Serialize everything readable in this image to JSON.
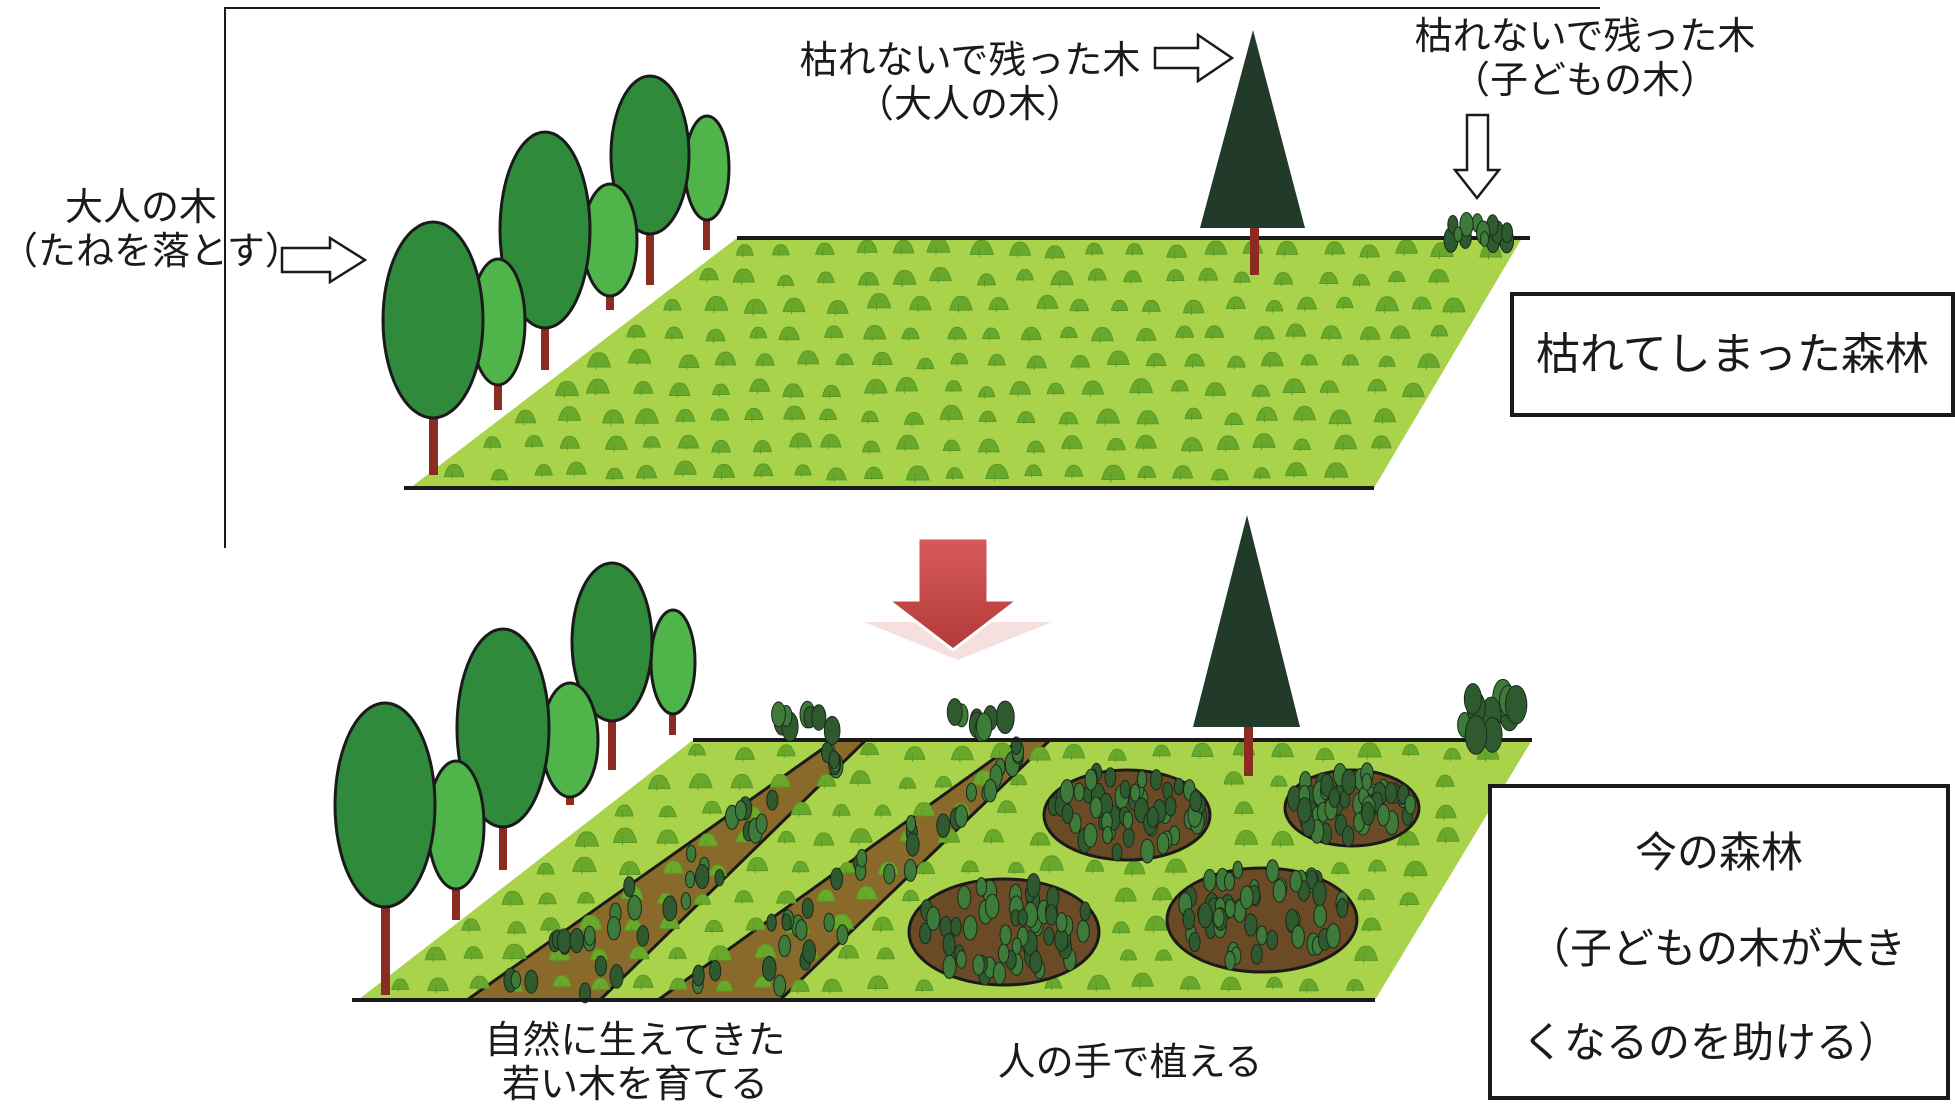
{
  "labels": {
    "adult_tree": "大人の木",
    "adult_tree_sub": "（たねを落とす）",
    "survivor_adult": "枯れないで残った木",
    "survivor_adult_sub": "（大人の木）",
    "survivor_child": "枯れないで残った木",
    "survivor_child_sub": "（子どもの木）",
    "natural_regen_1": "自然に生えてきた",
    "natural_regen_2": "若い木を育てる",
    "planted": "人の手で植える"
  },
  "boxes": {
    "dead_forest": "枯れてしまった森林",
    "current_forest_title": "今の森林",
    "current_forest_line1": "（子どもの木が大き",
    "current_forest_line2": "くなるのを助ける）"
  },
  "colors": {
    "ground": "#a9d34a",
    "shrub": "#6aa82c",
    "tree_dark": "#2f8a3c",
    "tree_light": "#4fb54b",
    "trunk": "#8b2b22",
    "conifer": "#213a2a",
    "young_tree": "#2f5a2f",
    "soil": "#6b4a26",
    "arrow_red": "#c44a4a"
  }
}
